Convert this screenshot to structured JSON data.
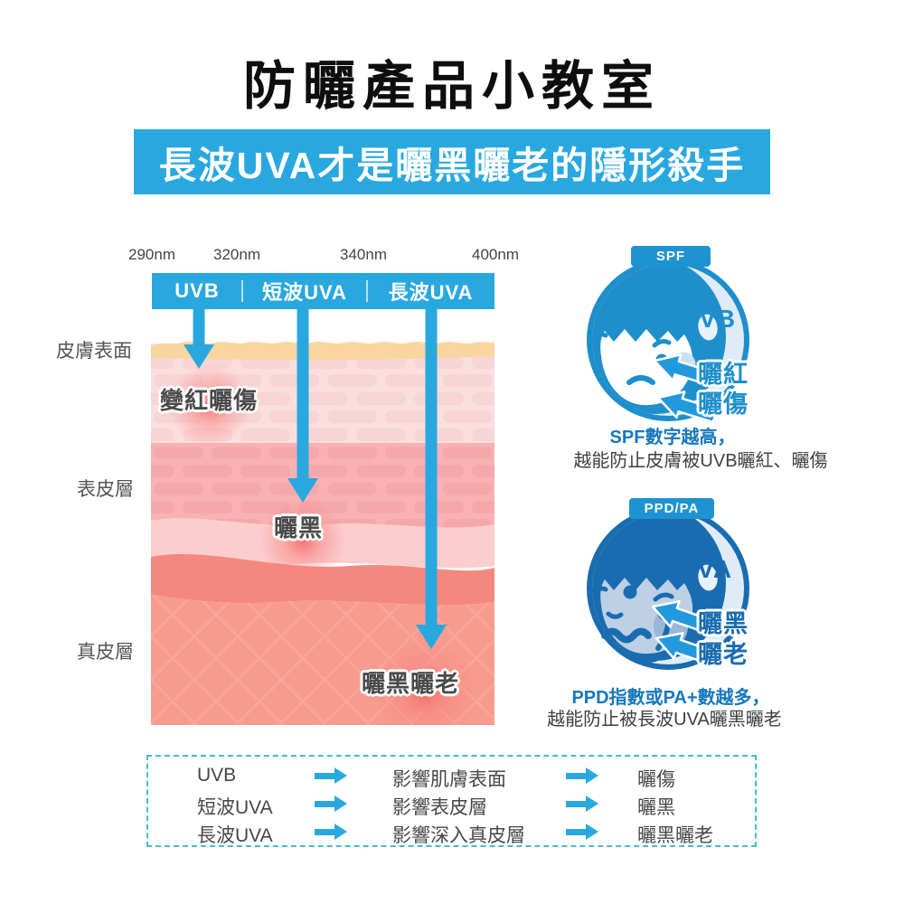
{
  "title": "防曬產品小教室",
  "banner": "長波UVA才是曬黑曬老的隱形殺手",
  "colors": {
    "accent_blue": "#29A8E0",
    "spf_blue": "#1E8FCB",
    "ppd_blue": "#1A6CB0",
    "caption_blue": "#1778BE",
    "text_dark": "#474747",
    "dashed_border": "#45BCCD",
    "burn_red": "#F2635F"
  },
  "diagram": {
    "wavelengths": [
      "290nm",
      "320nm",
      "340nm",
      "400nm"
    ],
    "uv_bands": [
      "UVB",
      "短波UVA",
      "長波UVA"
    ],
    "skin_layers": [
      "皮膚表面",
      "表皮層",
      "真皮層"
    ],
    "effects": [
      "變紅曬傷",
      "曬黑",
      "曬黑曬老"
    ]
  },
  "spf_panel": {
    "badge": "SPF",
    "uv_label": "UVB",
    "arrow_labels": [
      "曬紅",
      "曬傷"
    ],
    "caption_line1": "SPF數字越高，",
    "caption_line2": "越能防止皮膚被UVB曬紅、曬傷"
  },
  "ppd_panel": {
    "badge": "PPD/PA",
    "uv_label": "UVA",
    "arrow_labels": [
      "曬黑",
      "曬老"
    ],
    "caption_line1": "PPD指數或PA+數越多，",
    "caption_line2": "越能防止被長波UVA曬黑曬老"
  },
  "summary_table": {
    "rows": [
      {
        "uv": "UVB",
        "effect": "影響肌膚表面",
        "result": "曬傷"
      },
      {
        "uv": "短波UVA",
        "effect": "影響表皮層",
        "result": "曬黑"
      },
      {
        "uv": "長波UVA",
        "effect": "影響深入真皮層",
        "result": "曬黑曬老"
      }
    ]
  }
}
